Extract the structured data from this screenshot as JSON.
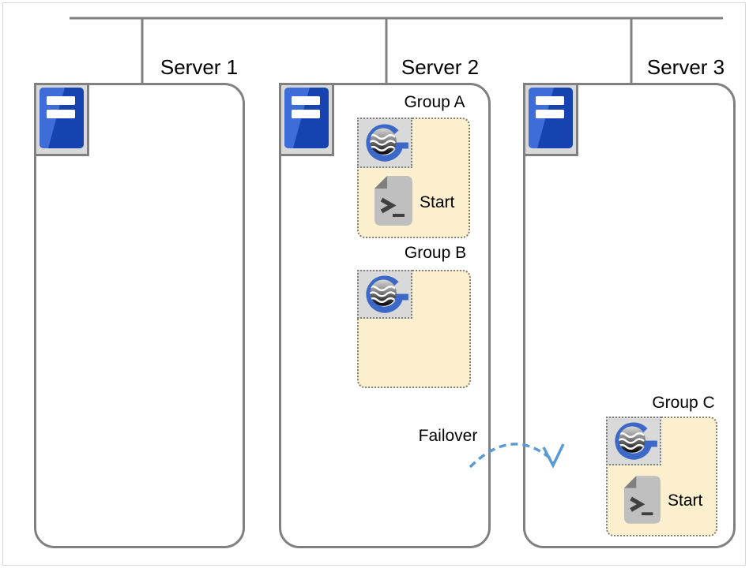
{
  "servers": [
    {
      "label": "Server 1"
    },
    {
      "label": "Server 2"
    },
    {
      "label": "Server 3"
    }
  ],
  "groups": [
    {
      "label": "Group A",
      "script_label": "Start"
    },
    {
      "label": "Group B"
    },
    {
      "label": "Group C",
      "script_label": "Start"
    }
  ],
  "failover": {
    "label": "Failover"
  },
  "colors": {
    "connector_gray": "#808080",
    "box_border_gray": "#7f7f7f",
    "group_fill_cream": "#FBEFCE",
    "icon_tile_gray": "#d9d9d9",
    "server_blue_dark": "#1743b0",
    "server_blue_light": "#3e6cd8",
    "logo_blue": "#3c68c8",
    "failover_arrow_blue": "#5B9BD5"
  }
}
